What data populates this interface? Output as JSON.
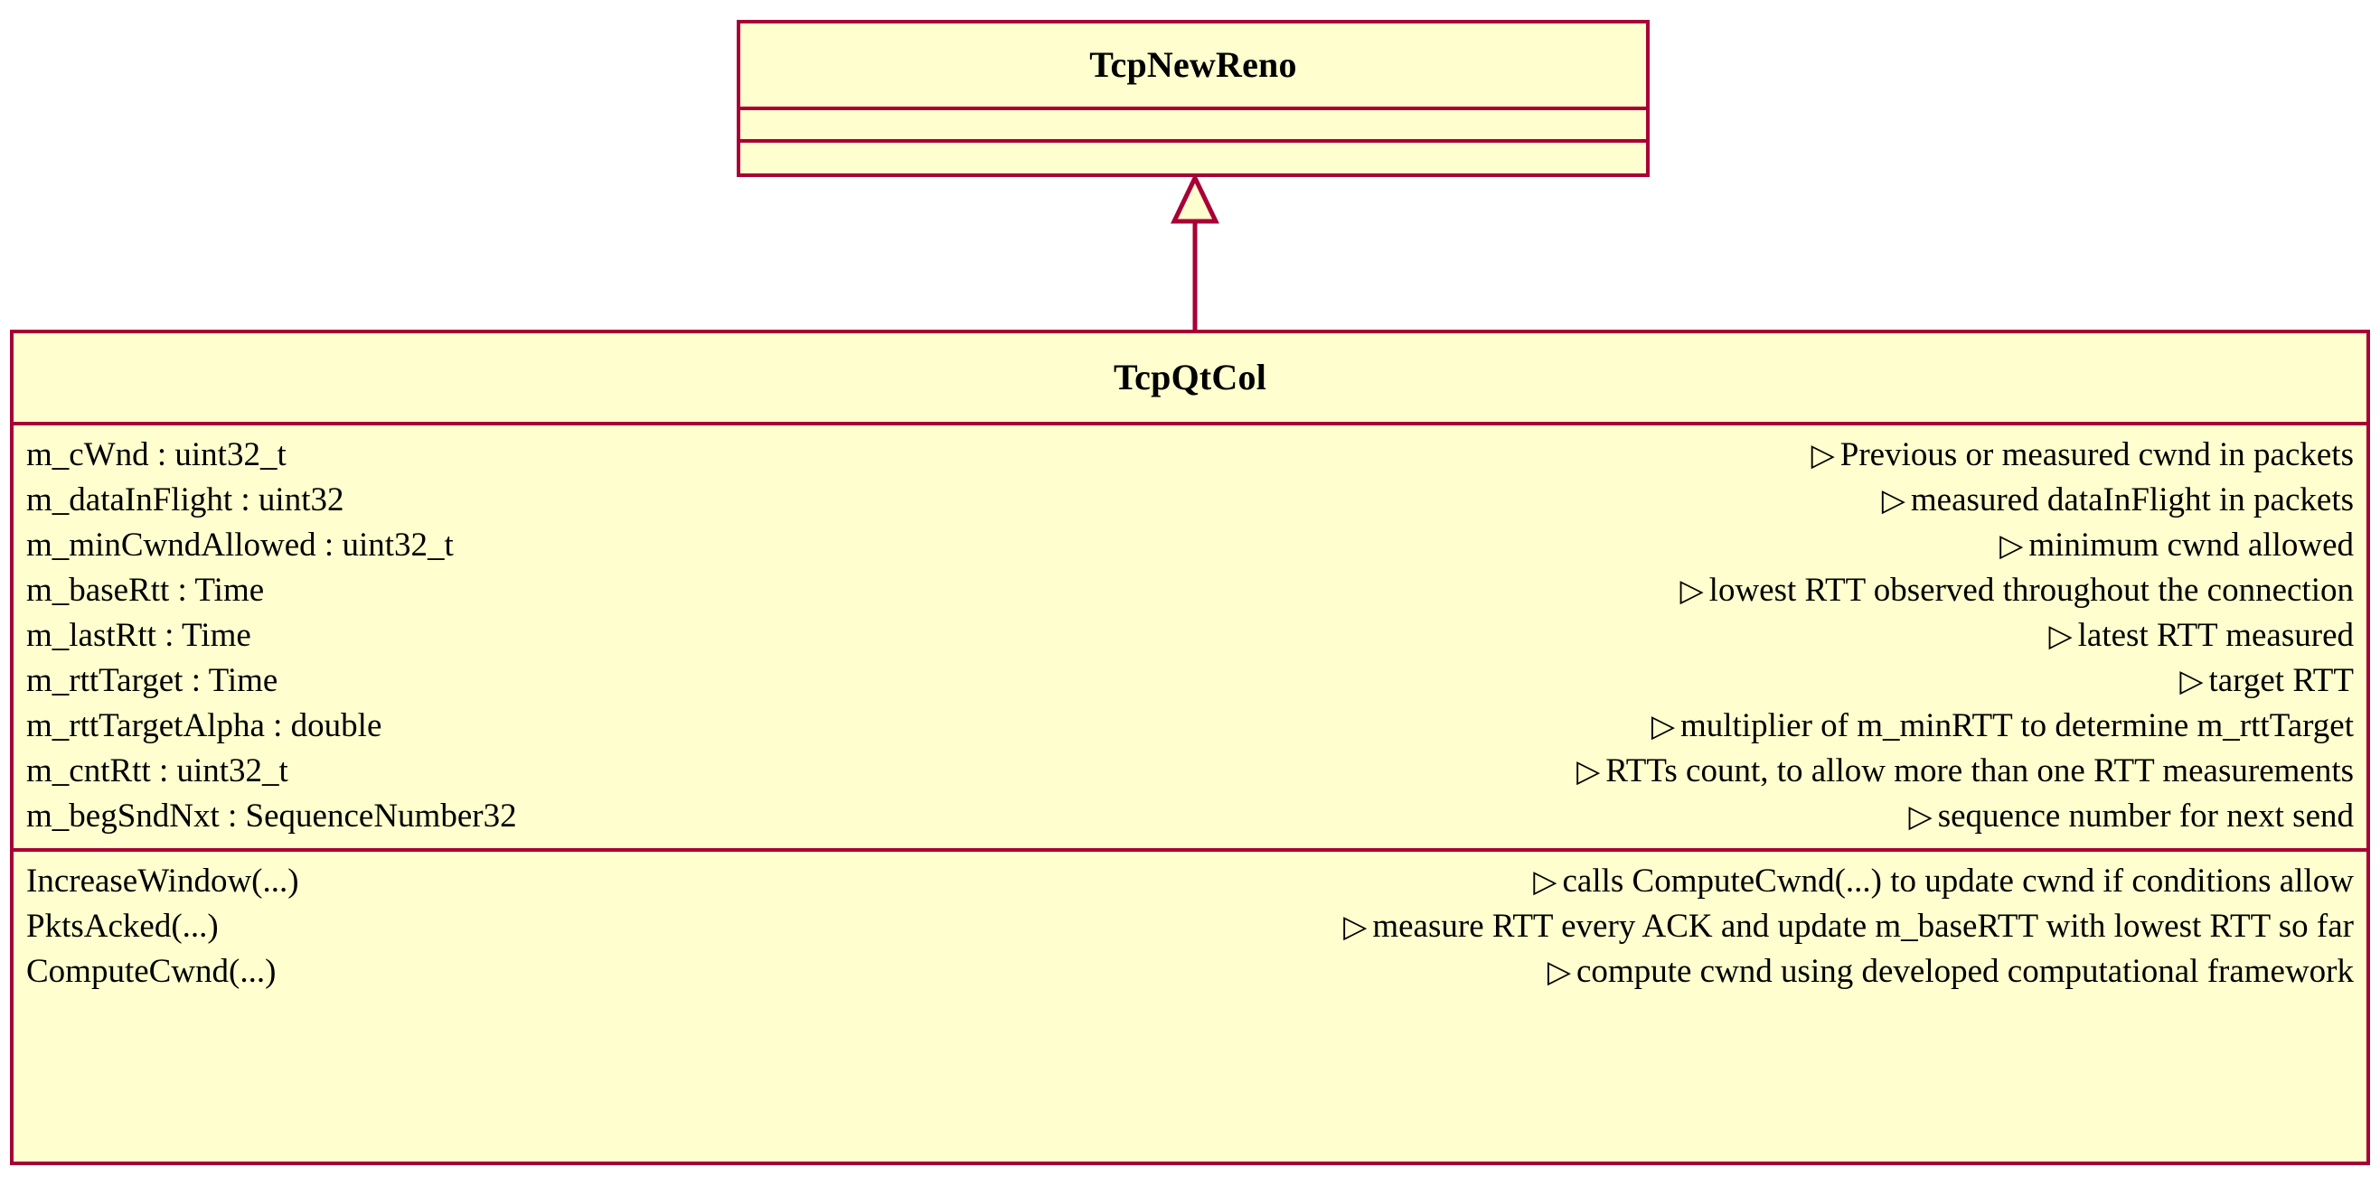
{
  "diagram": {
    "type": "uml-class-diagram",
    "colors": {
      "border": "#A80036",
      "fill": "#FEFECE",
      "text": "#000000",
      "background": "#FFFFFF"
    },
    "relationship": {
      "kind": "generalization",
      "arrow": "hollow-triangle",
      "from": "TcpQtCol",
      "to": "TcpNewReno"
    }
  },
  "classes": [
    {
      "id": "tcpnewreno",
      "name": "TcpNewReno",
      "attributes": [],
      "operations": []
    },
    {
      "id": "tcpqtcol",
      "name": "TcpQtCol",
      "note_marker": "▷",
      "attributes": [
        {
          "signature": "m_cWnd : uint32_t",
          "note": "Previous or measured cwnd in packets"
        },
        {
          "signature": "m_dataInFlight : uint32",
          "note": "measured dataInFlight in packets"
        },
        {
          "signature": "m_minCwndAllowed : uint32_t",
          "note": "minimum cwnd allowed"
        },
        {
          "signature": "m_baseRtt : Time",
          "note": "lowest RTT observed throughout the connection"
        },
        {
          "signature": "m_lastRtt : Time",
          "note": "latest RTT measured"
        },
        {
          "signature": "m_rttTarget : Time",
          "note": "target RTT"
        },
        {
          "signature": "m_rttTargetAlpha : double",
          "note": "multiplier of m_minRTT to determine m_rttTarget"
        },
        {
          "signature": "m_cntRtt : uint32_t",
          "note": "RTTs count, to allow more than one RTT measurements"
        },
        {
          "signature": "m_begSndNxt : SequenceNumber32",
          "note": "sequence number for next send"
        }
      ],
      "operations": [
        {
          "signature": "IncreaseWindow(...)",
          "note": "calls ComputeCwnd(...)  to update cwnd if conditions allow"
        },
        {
          "signature": "PktsAcked(...)",
          "note": "measure RTT every ACK and update m_baseRTT with lowest RTT so far"
        },
        {
          "signature": "ComputeCwnd(...)",
          "note": "compute cwnd using developed computational framework"
        }
      ]
    }
  ]
}
